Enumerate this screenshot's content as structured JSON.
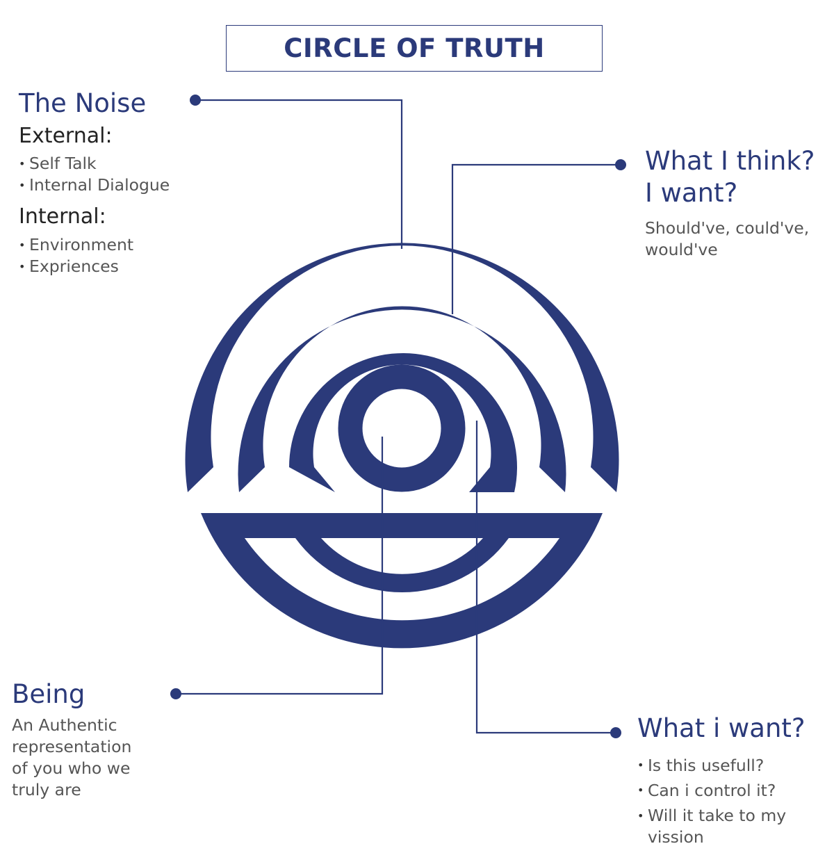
{
  "title": "CIRCLE OF TRUTH",
  "colors": {
    "primary": "#2b3a7a",
    "text": "#555555",
    "subheading": "#222222"
  },
  "noise": {
    "heading": "The Noise",
    "external_label": "External:",
    "external_items": [
      "Self Talk",
      "Internal Dialogue"
    ],
    "internal_label": "Internal:",
    "internal_items": [
      "Environment",
      "Expriences"
    ]
  },
  "think": {
    "heading_line1": "What I think?",
    "heading_line2": "I want?",
    "text_line1": "Should've, could've,",
    "text_line2": "would've"
  },
  "being": {
    "heading": "Being",
    "lines": [
      "An Authentic",
      "representation",
      "of you who we",
      "truly are"
    ]
  },
  "want": {
    "heading": "What i want?",
    "items": [
      "Is this usefull?",
      "Can i control it?",
      "Will it take to my vission"
    ]
  }
}
